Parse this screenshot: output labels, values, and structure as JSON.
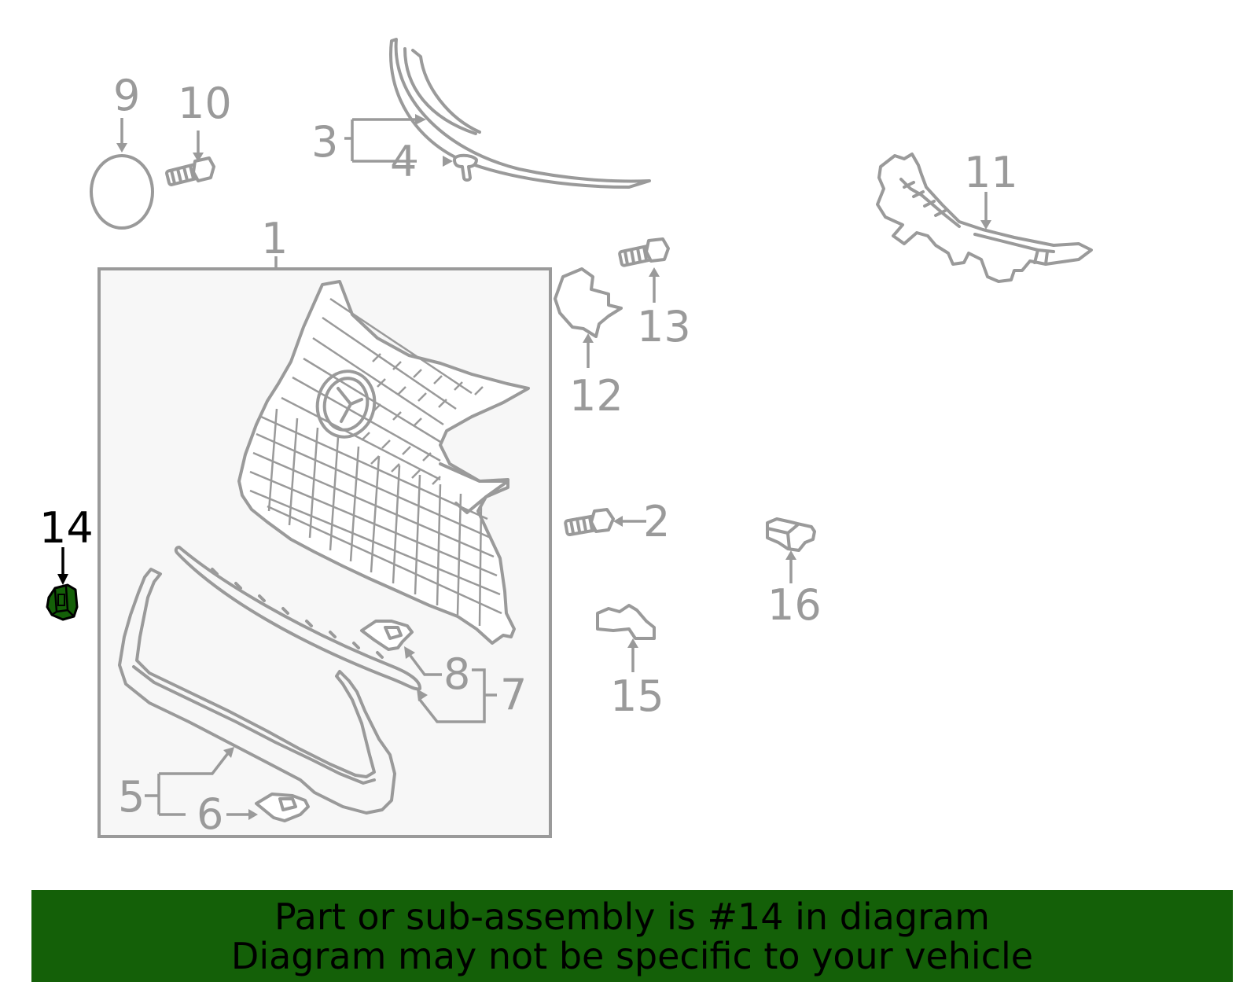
{
  "callouts": {
    "c1": "1",
    "c2": "2",
    "c3": "3",
    "c4": "4",
    "c5": "5",
    "c6": "6",
    "c7": "7",
    "c8": "8",
    "c9": "9",
    "c10": "10",
    "c11": "11",
    "c12": "12",
    "c13": "13",
    "c14": "14",
    "c15": "15",
    "c16": "16"
  },
  "highlight": {
    "part": "14",
    "color": "#146008",
    "label_color": "#000000"
  },
  "colors": {
    "line_art": "#9a9a9a",
    "assembly_box_fill": "#f7f7f7"
  },
  "banner": {
    "line1": "Part or sub-assembly is #14 in diagram",
    "line2": "Diagram may not be specific to your vehicle"
  }
}
